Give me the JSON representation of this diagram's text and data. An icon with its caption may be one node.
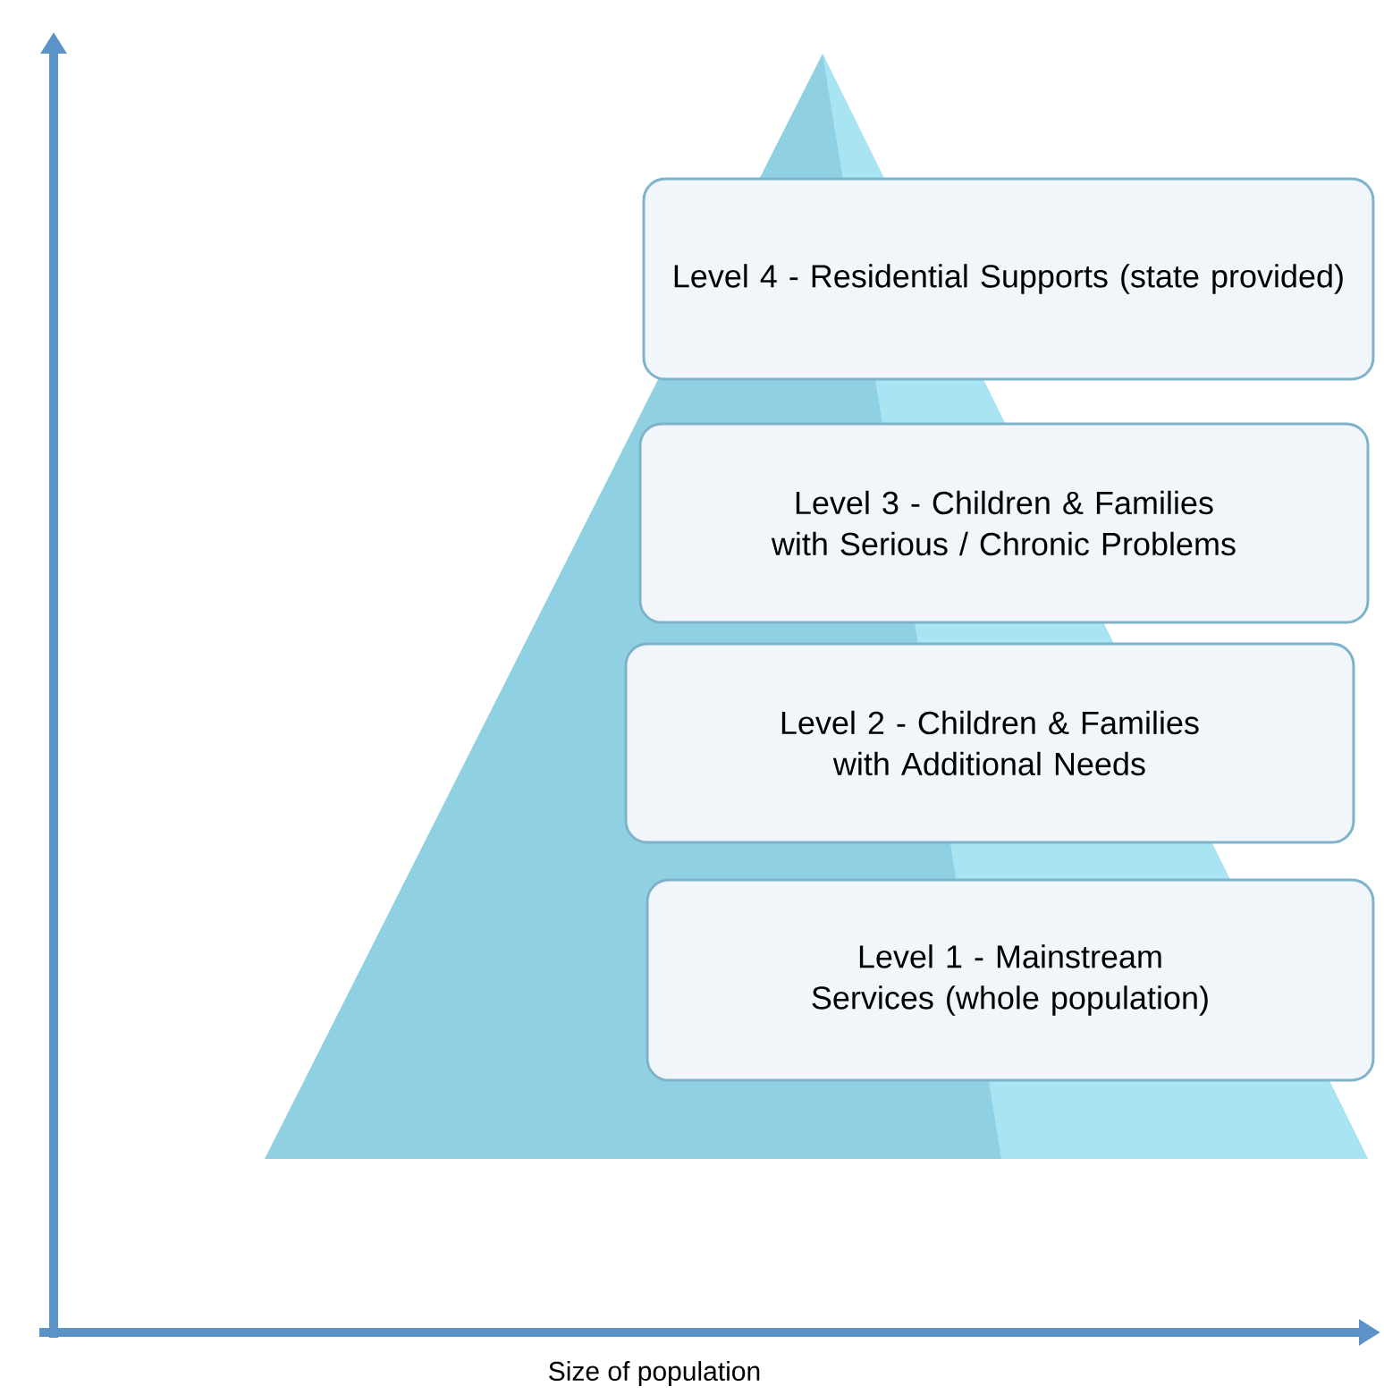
{
  "diagram": {
    "nodes": [
      {
        "text": [
          "Level 4 - Residential Supports (state provided)"
        ]
      },
      {
        "text": [
          "Level 3 - Children & Families with Serious / Chronic Problems"
        ]
      },
      {
        "text": [
          "Level 2 - Children & Families with Additional Needs"
        ]
      },
      {
        "text": [
          "Level 1 - Mainstream Services (whole population)"
        ]
      }
    ],
    "labels": [
      "Size of population"
    ]
  }
}
